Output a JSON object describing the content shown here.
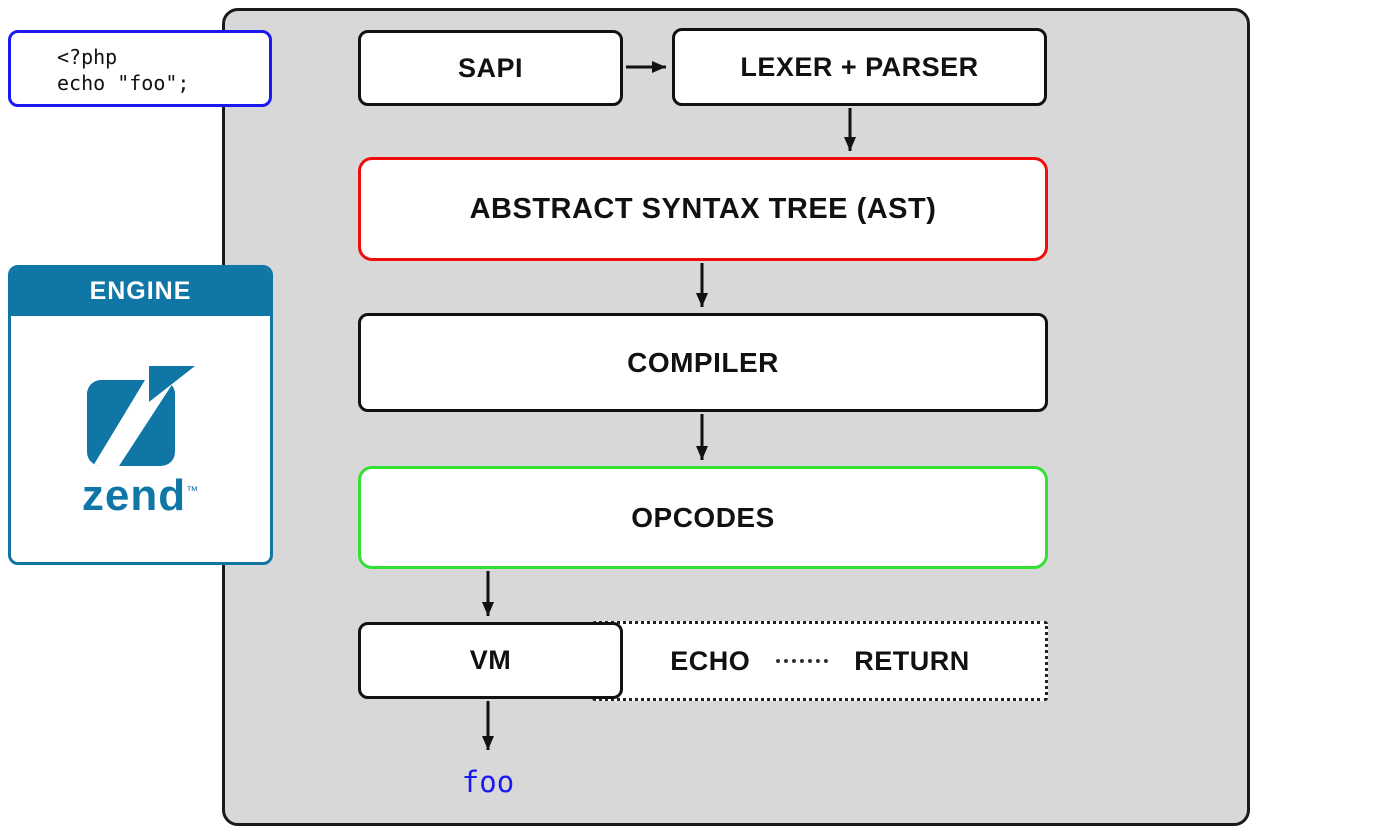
{
  "code_snippet": {
    "lines": [
      "<?php",
      "echo \"foo\";"
    ]
  },
  "engine_card": {
    "header": "ENGINE",
    "logo_text": "zend",
    "logo_tm": "™"
  },
  "pipeline": {
    "sapi": "SAPI",
    "lexer_parser": "LEXER + PARSER",
    "ast": "ABSTRACT SYNTAX TREE (AST)",
    "compiler": "COMPILER",
    "opcodes": "OPCODES",
    "vm": "VM",
    "echo": "ECHO",
    "return": "RETURN"
  },
  "output": {
    "text": "foo"
  },
  "colors": {
    "canvas_bg": "#ffffff",
    "engine_container_bg": "#d8d8d8",
    "code_border_blue": "#1a1af0",
    "zend_blue": "#1076a6",
    "ast_border_red": "#f20d0d",
    "opcodes_border_green": "#33e033",
    "line_black": "#111111",
    "output_text_blue": "#1a1af0"
  }
}
